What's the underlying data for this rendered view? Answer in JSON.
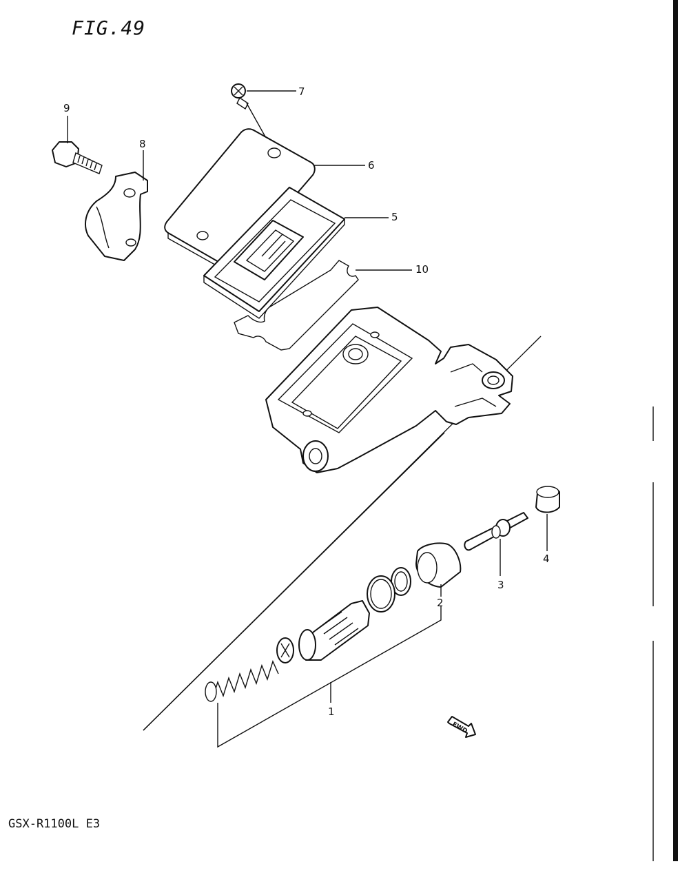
{
  "figure": {
    "title": "FIG.49"
  },
  "model": {
    "label": "GSX-R1100L E3"
  },
  "callouts": {
    "p1": "1",
    "p2": "2",
    "p3": "3",
    "p4": "4",
    "p5": "5",
    "p6": "6",
    "p7": "7",
    "p8": "8",
    "p9": "9",
    "p10": "10"
  },
  "fwd_label": "FWD"
}
